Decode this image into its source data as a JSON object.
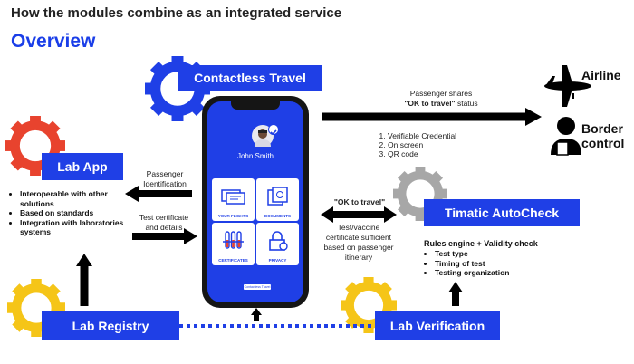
{
  "header": {
    "title": "How the modules combine as an integrated service",
    "subtitle": "Overview"
  },
  "modules": {
    "contactless_travel": "Contactless Travel",
    "lab_app": "Lab App",
    "lab_registry": "Lab Registry",
    "lab_verification": "Lab Verification",
    "timatic": "Timatic AutoCheck"
  },
  "lab_app_features": [
    "Interoperable with other solutions",
    "Based on standards",
    "Integration with laboratories systems"
  ],
  "phone": {
    "name": "John Smith",
    "tiles": [
      "YOUR FLIGHTS",
      "DOCUMENTS",
      "CERTIFICATES",
      "PRIVACY"
    ],
    "footer": "Contactless Travel"
  },
  "flows": {
    "passenger_id": "Passenger Identification",
    "test_certificate": "Test certificate and details",
    "ok_to_travel": "\"OK to travel\"",
    "sufficient": "Test/vaccine certificate sufficient based on passenger itinerary",
    "shares_line1": "Passenger shares",
    "shares_quote": "\"OK to travel\"",
    "shares_status": " status",
    "share_methods": [
      "Verifiable Credential",
      "On screen",
      "QR code"
    ]
  },
  "timatic_details": {
    "heading": "Rules engine + Validity check",
    "items": [
      "Test type",
      "Timing of test",
      "Testing organization"
    ]
  },
  "destinations": {
    "airline": "Airline",
    "border": "Border control"
  },
  "colors": {
    "brand_blue": "#1f3fe6",
    "gear_blue": "#1f3fe6",
    "gear_red": "#e8432e",
    "gear_yellow": "#f5c518",
    "gear_gray": "#a7a7a7"
  }
}
